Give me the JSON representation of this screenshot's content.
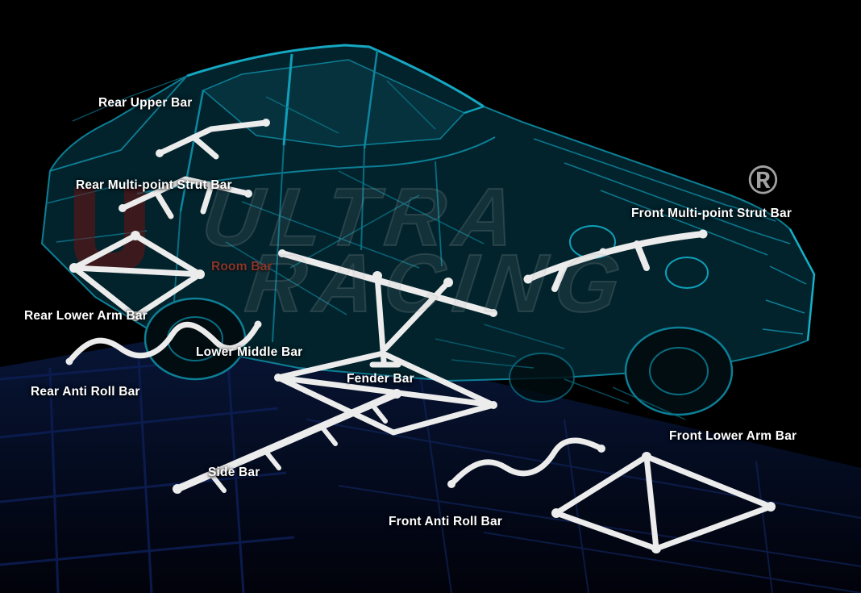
{
  "labels": {
    "rear_upper_bar": "Rear Upper Bar",
    "rear_multi_point_strut_bar": "Rear Multi-point Strut Bar",
    "room_bar": "Room Bar",
    "rear_lower_arm_bar": "Rear Lower Arm Bar",
    "lower_middle_bar": "Lower Middle Bar",
    "rear_anti_roll_bar": "Rear Anti Roll Bar",
    "fender_bar": "Fender Bar",
    "side_bar": "Side Bar",
    "front_anti_roll_bar": "Front Anti Roll Bar",
    "front_multi_point_strut_bar": "Front Multi-point Strut Bar",
    "front_lower_arm_bar": "Front Lower Arm Bar"
  },
  "watermark": {
    "line1": "ULTRA",
    "line2": "RACING",
    "registered": "®"
  },
  "colors": {
    "background": "#000000",
    "label_text": "#ffffff",
    "room_bar_label": "#8a3529",
    "car_wireframe": "#0d7f96",
    "bar_tubes": "#ececec",
    "platform_blue": "#0a1a4a",
    "logo_red": "#6e1212"
  }
}
